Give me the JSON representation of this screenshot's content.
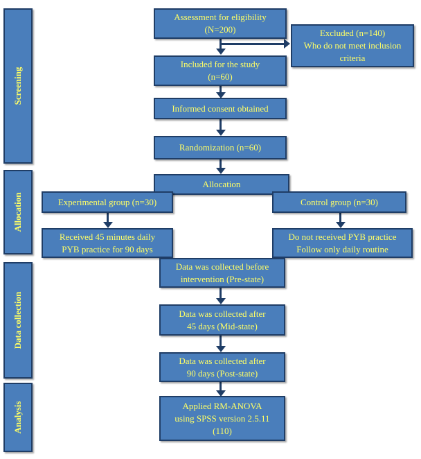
{
  "stages": {
    "screening": "Screening",
    "allocation": "Allocation",
    "data_collection": "Data collection",
    "analysis": "Analysis"
  },
  "boxes": {
    "assessment": "Assessment for eligibility\n(N=200)",
    "excluded": "Excluded (n=140)\nWho do not meet inclusion\ncriteria",
    "included": "Included for the study\n(n=60)",
    "consent": "Informed consent obtained",
    "randomization": "Randomization (n=60)",
    "allocation": "Allocation",
    "experimental": "Experimental group (n=30)",
    "control": "Control group (n=30)",
    "received": "Received 45 minutes daily\nPYB practice for 90 days",
    "not_received": "Do not received PYB practice\nFollow only daily routine",
    "pre": "Data was collected before\nintervention (Pre-state)",
    "mid": "Data was collected after\n45 days (Mid-state)",
    "post": "Data was collected after\n90 days (Post-state)",
    "anova": "Applied RM-ANOVA\nusing SPSS version 2.5.11\n(110)"
  }
}
